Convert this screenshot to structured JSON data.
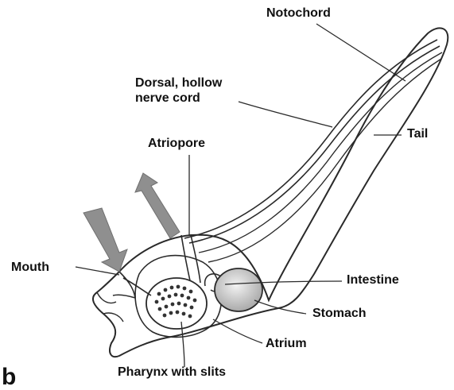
{
  "labels": {
    "notochord": "Notochord",
    "nerve_cord_line1": "Dorsal, hollow",
    "nerve_cord_line2": "nerve cord",
    "tail": "Tail",
    "atriopore": "Atriopore",
    "mouth": "Mouth",
    "intestine": "Intestine",
    "stomach": "Stomach",
    "atrium": "Atrium",
    "pharynx": "Pharynx with slits",
    "panel_letter": "b"
  },
  "colors": {
    "outline": "#2a2a2a",
    "arrow_fill": "#8f8f8f",
    "stomach_fill": "#cfcfcf",
    "background": "#ffffff"
  }
}
